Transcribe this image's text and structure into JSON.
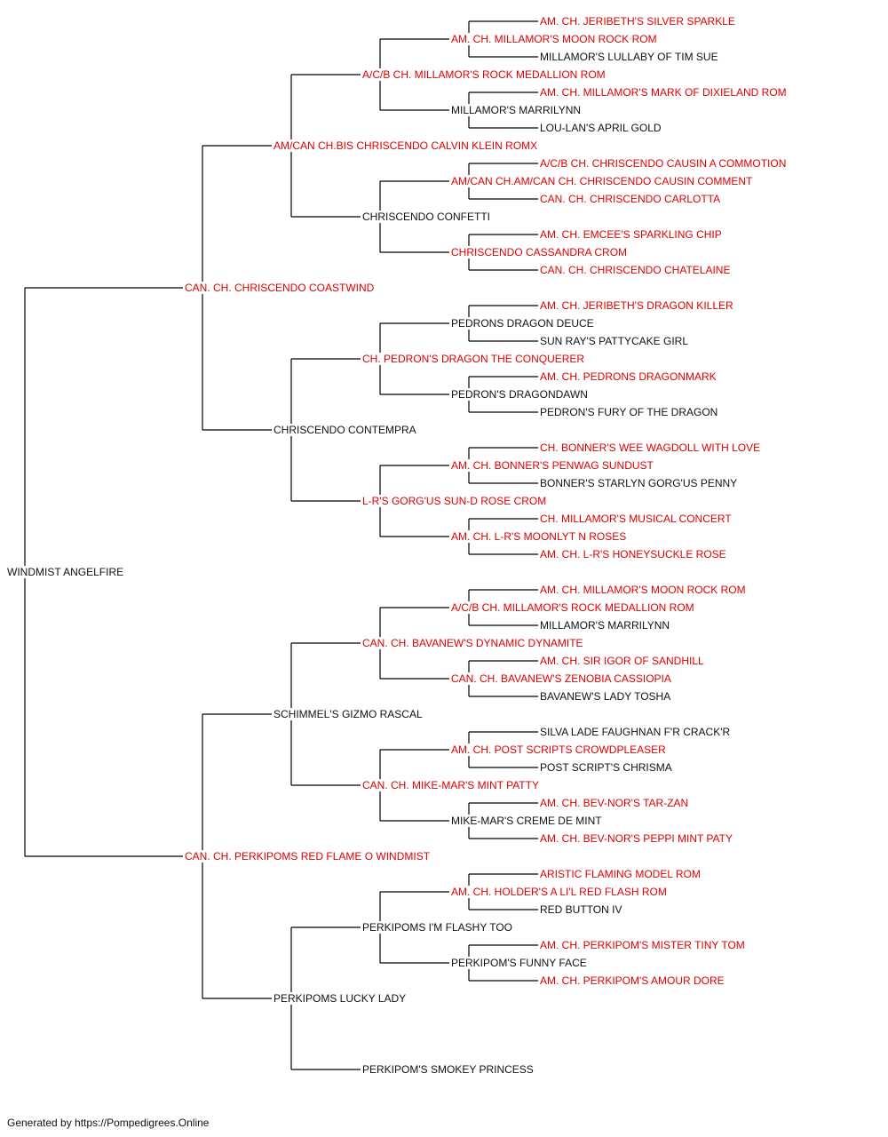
{
  "colors": {
    "champion": "#e00000",
    "regular": "#111111",
    "lines": "#000000"
  },
  "footer": "Generated by https://Pompedigrees.Online",
  "tree": {
    "name": "WINDMIST ANGELFIRE",
    "champion": false,
    "sire": {
      "name": "CAN. CH. CHRISCENDO COASTWIND",
      "champion": true,
      "sire": {
        "name": "AM/CAN CH.BIS CHRISCENDO CALVIN KLEIN ROMX",
        "champion": true,
        "sire": {
          "name": "A/C/B CH. MILLAMOR'S ROCK MEDALLION ROM",
          "champion": true,
          "sire": {
            "name": "AM. CH. MILLAMOR'S MOON ROCK ROM",
            "champion": true,
            "sire": {
              "name": "AM. CH. JERIBETH'S SILVER SPARKLE",
              "champion": true
            },
            "dam": {
              "name": "MILLAMOR'S LULLABY OF TIM SUE",
              "champion": false
            }
          },
          "dam": {
            "name": "MILLAMOR'S MARRILYNN",
            "champion": false,
            "sire": {
              "name": "AM. CH. MILLAMOR'S MARK OF DIXIELAND ROM",
              "champion": true
            },
            "dam": {
              "name": "LOU-LAN'S APRIL GOLD",
              "champion": false
            }
          }
        },
        "dam": {
          "name": "CHRISCENDO CONFETTI",
          "champion": false,
          "sire": {
            "name": "AM/CAN CH.AM/CAN CH. CHRISCENDO CAUSIN COMMENT",
            "champion": true,
            "sire": {
              "name": "A/C/B CH. CHRISCENDO CAUSIN A COMMOTION",
              "champion": true
            },
            "dam": {
              "name": "CAN. CH. CHRISCENDO CARLOTTA",
              "champion": true
            }
          },
          "dam": {
            "name": "CHRISCENDO CASSANDRA CROM",
            "champion": true,
            "sire": {
              "name": "AM. CH. EMCEE'S SPARKLING CHIP",
              "champion": true
            },
            "dam": {
              "name": "CAN. CH. CHRISCENDO CHATELAINE",
              "champion": true
            }
          }
        }
      },
      "dam": {
        "name": "CHRISCENDO CONTEMPRA",
        "champion": false,
        "sire": {
          "name": "CH. PEDRON'S DRAGON THE CONQUERER",
          "champion": true,
          "sire": {
            "name": "PEDRONS DRAGON DEUCE",
            "champion": false,
            "sire": {
              "name": "AM. CH. JERIBETH'S DRAGON KILLER",
              "champion": true
            },
            "dam": {
              "name": "SUN RAY'S PATTYCAKE GIRL",
              "champion": false
            }
          },
          "dam": {
            "name": "PEDRON'S DRAGONDAWN",
            "champion": false,
            "sire": {
              "name": "AM. CH. PEDRONS DRAGONMARK",
              "champion": true
            },
            "dam": {
              "name": "PEDRON'S FURY OF THE DRAGON",
              "champion": false
            }
          }
        },
        "dam": {
          "name": "L-R'S GORG'US SUN-D ROSE CROM",
          "champion": true,
          "sire": {
            "name": "AM. CH. BONNER'S PENWAG SUNDUST",
            "champion": true,
            "sire": {
              "name": "CH. BONNER'S WEE WAGDOLL WITH LOVE",
              "champion": true
            },
            "dam": {
              "name": "BONNER'S STARLYN GORG'US PENNY",
              "champion": false
            }
          },
          "dam": {
            "name": "AM. CH. L-R'S MOONLYT N ROSES",
            "champion": true,
            "sire": {
              "name": "CH. MILLAMOR'S MUSICAL CONCERT",
              "champion": true
            },
            "dam": {
              "name": "AM. CH. L-R'S HONEYSUCKLE ROSE",
              "champion": true
            }
          }
        }
      }
    },
    "dam": {
      "name": "CAN. CH. PERKIPOMS RED FLAME O WINDMIST",
      "champion": true,
      "sire": {
        "name": "SCHIMMEL'S GIZMO RASCAL",
        "champion": false,
        "sire": {
          "name": "CAN. CH. BAVANEW'S DYNAMIC DYNAMITE",
          "champion": true,
          "sire": {
            "name": "A/C/B CH. MILLAMOR'S ROCK MEDALLION ROM",
            "champion": true,
            "sire": {
              "name": "AM. CH. MILLAMOR'S MOON ROCK ROM",
              "champion": true
            },
            "dam": {
              "name": "MILLAMOR'S MARRILYNN",
              "champion": false
            }
          },
          "dam": {
            "name": "CAN. CH. BAVANEW'S ZENOBIA CASSIOPIA",
            "champion": true,
            "sire": {
              "name": "AM. CH. SIR IGOR OF SANDHILL",
              "champion": true
            },
            "dam": {
              "name": "BAVANEW'S LADY TOSHA",
              "champion": false
            }
          }
        },
        "dam": {
          "name": "CAN. CH. MIKE-MAR'S MINT PATTY",
          "champion": true,
          "sire": {
            "name": "AM. CH. POST SCRIPTS CROWDPLEASER",
            "champion": true,
            "sire": {
              "name": "SILVA LADE FAUGHNAN F'R CRACK'R",
              "champion": false
            },
            "dam": {
              "name": "POST SCRIPT'S CHRISMA",
              "champion": false
            }
          },
          "dam": {
            "name": "MIKE-MAR'S CREME DE MINT",
            "champion": false,
            "sire": {
              "name": "AM. CH. BEV-NOR'S TAR-ZAN",
              "champion": true
            },
            "dam": {
              "name": "AM. CH. BEV-NOR'S PEPPI MINT PATY",
              "champion": true
            }
          }
        }
      },
      "dam": {
        "name": "PERKIPOMS LUCKY LADY",
        "champion": false,
        "sire": {
          "name": "PERKIPOMS I'M FLASHY TOO",
          "champion": false,
          "sire": {
            "name": "AM. CH. HOLDER'S A LI'L RED FLASH ROM",
            "champion": true,
            "sire": {
              "name": "ARISTIC FLAMING MODEL ROM",
              "champion": true
            },
            "dam": {
              "name": "RED BUTTON IV",
              "champion": false
            }
          },
          "dam": {
            "name": "PERKIPOM'S FUNNY FACE",
            "champion": false,
            "sire": {
              "name": "AM. CH. PERKIPOM'S MISTER TINY TOM",
              "champion": true
            },
            "dam": {
              "name": "AM. CH. PERKIPOM'S AMOUR DORE",
              "champion": true
            }
          }
        },
        "dam": {
          "name": "PERKIPOM'S SMOKEY PRINCESS",
          "champion": false
        }
      }
    }
  }
}
